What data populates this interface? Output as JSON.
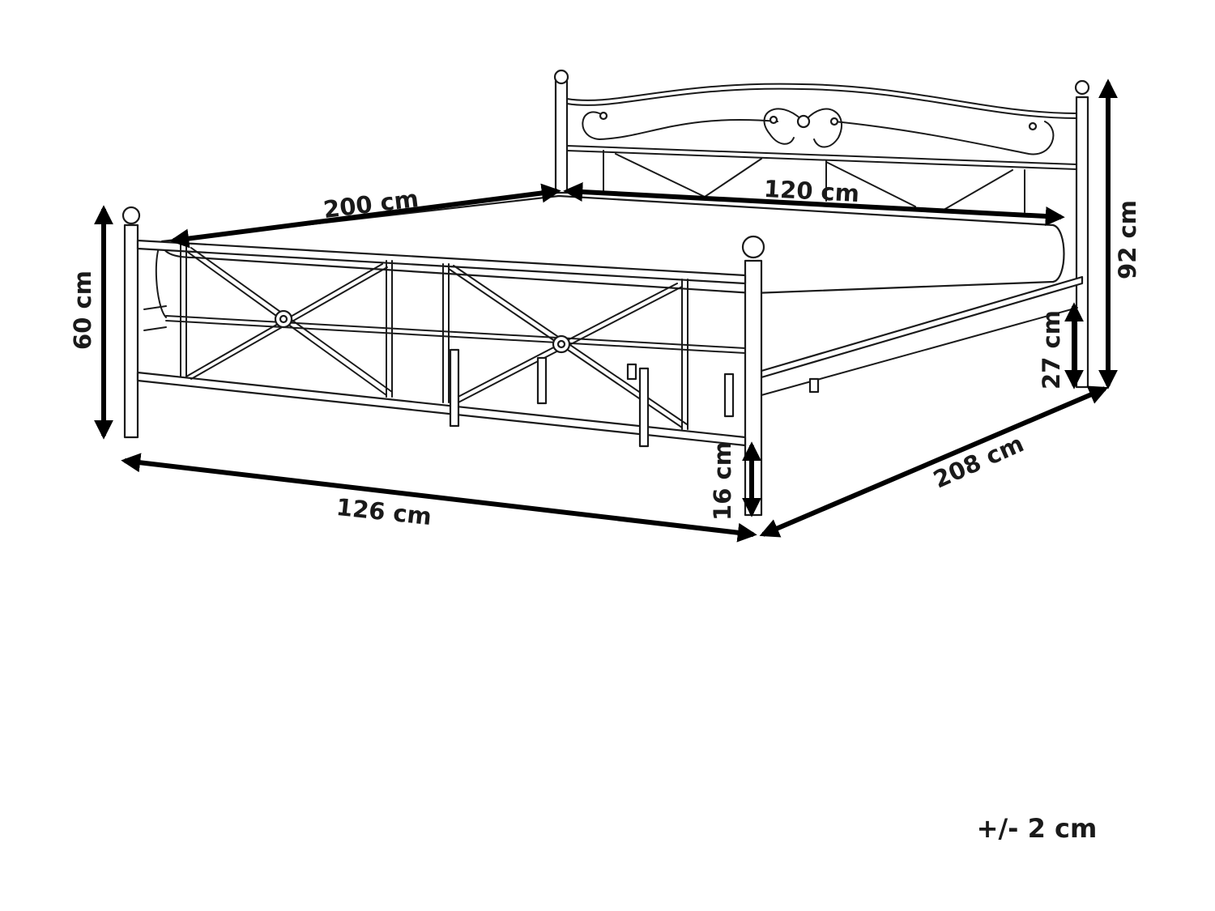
{
  "diagram": {
    "dimensions": {
      "length_top": "200 cm",
      "width_top": "120 cm",
      "total_height": "92 cm",
      "footboard_height": "60 cm",
      "side_rail_height": "27 cm",
      "leg_clearance": "16 cm",
      "total_width": "126 cm",
      "total_length": "208 cm"
    },
    "tolerance": "+/- 2 cm"
  }
}
